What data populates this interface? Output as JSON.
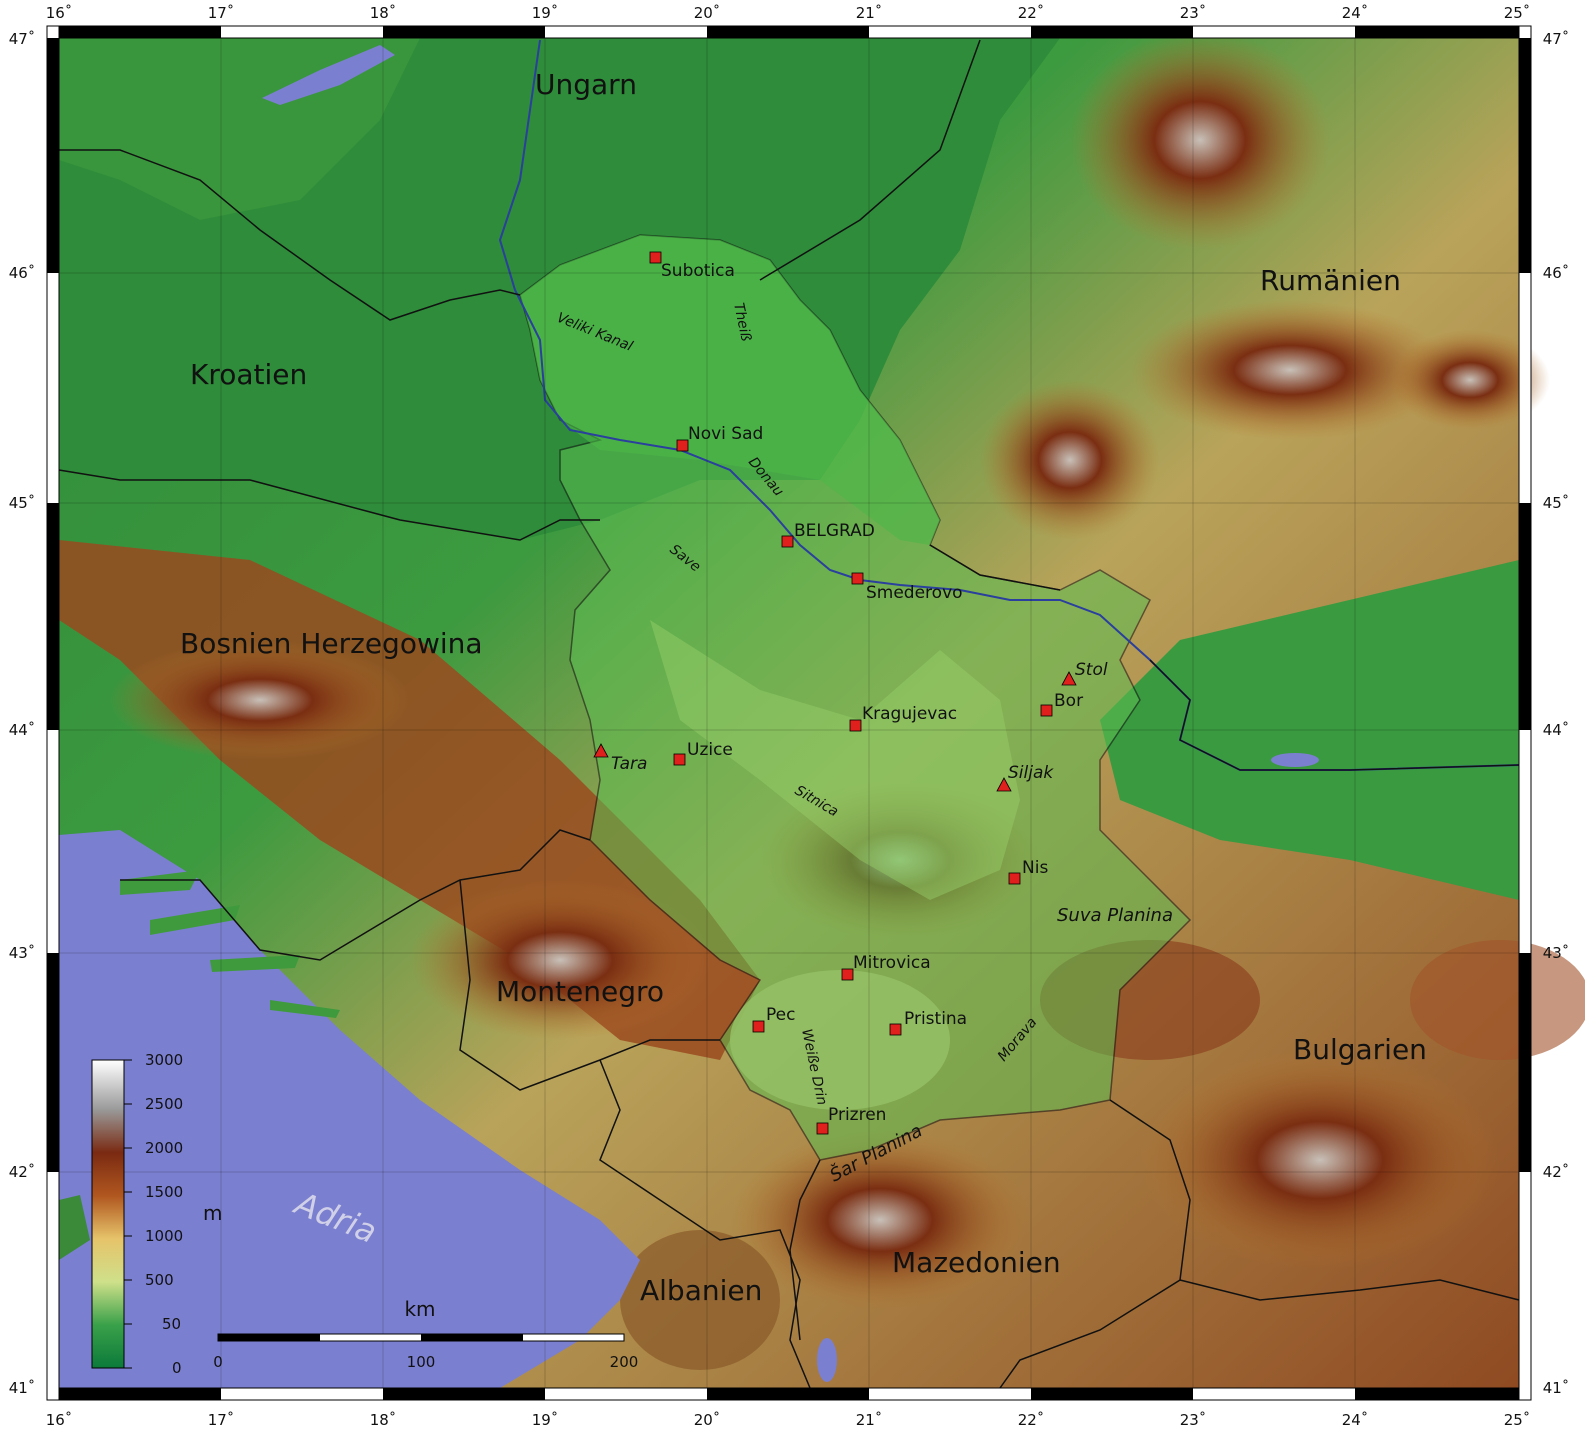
{
  "colors": {
    "sea": "#7b7fd0",
    "lowland": "#1f8f3a",
    "hill": "#d9c27a",
    "mountain": "#8a3b1a",
    "peak": "#e8e8e8",
    "serbia_tint": "#4fb548",
    "marker": "#e0201c",
    "border": "#111111",
    "river": "#2a3f9e"
  },
  "frame": {
    "top_longitudes": [
      "16˚",
      "17˚",
      "18˚",
      "19˚",
      "20˚",
      "21˚",
      "22˚",
      "23˚",
      "24˚",
      "25˚"
    ],
    "bottom_longitudes": [
      "16˚",
      "17˚",
      "18˚",
      "19˚",
      "20˚",
      "21˚",
      "22˚",
      "23˚",
      "24˚",
      "25˚"
    ],
    "left_latitudes": [
      "47˚",
      "46˚",
      "45˚",
      "44˚",
      "43˚",
      "42˚",
      "41˚"
    ],
    "right_latitudes": [
      "47˚",
      "46˚",
      "45˚",
      "44˚",
      "43˚",
      "42˚",
      "41˚"
    ]
  },
  "countries": [
    "Ungarn",
    "Rumänien",
    "Kroatien",
    "Bosnien Herzegowina",
    "Montenegro",
    "Albanien",
    "Mazedonien",
    "Bulgarien"
  ],
  "sea_label": "Adria",
  "cities": [
    "Subotica",
    "Novi Sad",
    "BELGRAD",
    "Smederovo",
    "Kragujevac",
    "Bor",
    "Uzice",
    "Nis",
    "Mitrovica",
    "Pec",
    "Pristina",
    "Prizren"
  ],
  "peaks": [
    "Stol",
    "Tara",
    "Siljak"
  ],
  "rivers": [
    "Theiß",
    "Veliki Kanal",
    "Donau",
    "Save",
    "Sitnica",
    "Weiße Drin",
    "Morava"
  ],
  "ranges": [
    "Suva Planina",
    "Šar Planina"
  ],
  "legend": {
    "unit": "m",
    "ticks": [
      "3000",
      "2500",
      "2000",
      "1500",
      "1000",
      "500",
      "50",
      "0"
    ]
  },
  "scale": {
    "unit": "km",
    "ticks": [
      "0",
      "100",
      "200"
    ]
  }
}
